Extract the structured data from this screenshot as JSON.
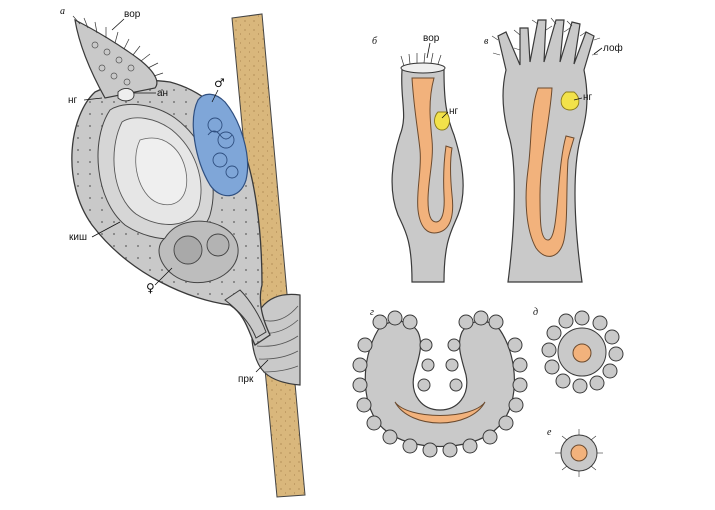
{
  "figure": {
    "panels": {
      "a": "а",
      "b": "б",
      "v": "в",
      "g": "г",
      "d": "д",
      "e": "е"
    },
    "labels": {
      "vor_a": "вор",
      "an": "ан",
      "ng_a": "нг",
      "male": "♂",
      "kish": "киш",
      "female": "♀",
      "prk": "прк",
      "vor_b": "вор",
      "ng_b": "нг",
      "lof": "лоф",
      "ng_v": "нг"
    },
    "colors": {
      "body_gray": "#c9c9c9",
      "gut_orange": "#f2b27c",
      "testis_blue": "#7fa6d8",
      "substrate_tan": "#d9b77c",
      "ganglion_yellow": "#f2e24a"
    }
  }
}
